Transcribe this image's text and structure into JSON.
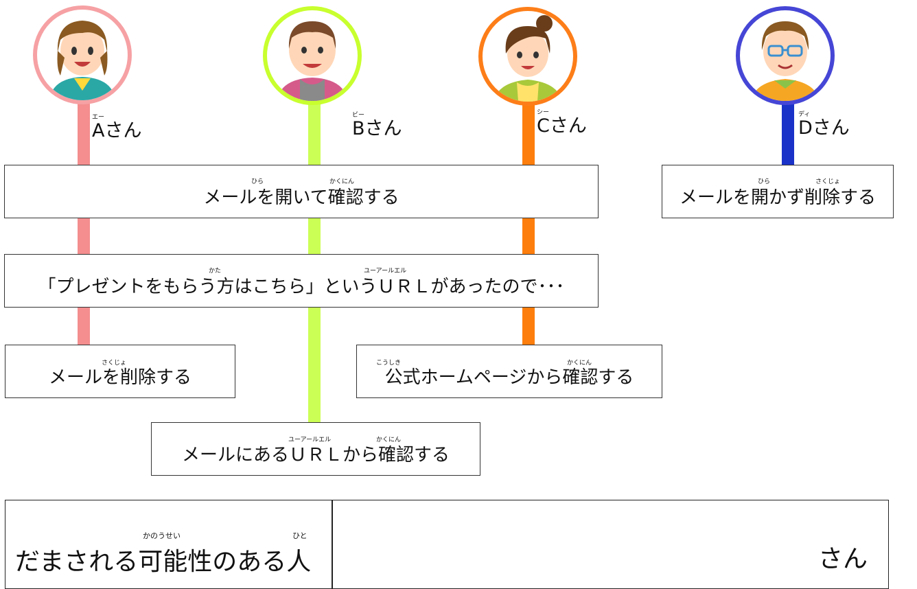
{
  "people": [
    {
      "letter": "A",
      "name": "Aさん",
      "reading": "エー",
      "color": "#f48e8f"
    },
    {
      "letter": "B",
      "name": "Bさん",
      "reading": "ビー",
      "color": "#ccff55"
    },
    {
      "letter": "C",
      "name": "Cさん",
      "reading": "シー",
      "color": "#fd7e0d"
    },
    {
      "letter": "D",
      "name": "Dさん",
      "reading": "ディ",
      "color": "#1a32c8"
    }
  ],
  "boxes": {
    "open_check": {
      "text": "メールを開いて確認する",
      "ruby1": "ひら",
      "ruby2": "かくにん"
    },
    "delete_unopened": {
      "text": "メールを開かず削除する",
      "ruby1": "ひら",
      "ruby2": "さくじょ"
    },
    "url_found": {
      "text": "「プレゼントをもらう方はこちら」というＵＲＬがあったので･･･",
      "ruby1": "かた",
      "ruby2": "ユーアールエル"
    },
    "delete": {
      "text": "メールを削除する",
      "ruby1": "さくじょ"
    },
    "official": {
      "text": "公式ホームページから確認する",
      "ruby1": "こうしき",
      "ruby2": "かくにん"
    },
    "via_url": {
      "text": "メールにあるＵＲＬから確認する",
      "ruby1": "ユーアールエル",
      "ruby2": "かくにん"
    }
  },
  "answer": {
    "label": "だまされる可能性のある人",
    "ruby1": "かのうせい",
    "ruby2": "ひと",
    "suffix": "さん"
  }
}
